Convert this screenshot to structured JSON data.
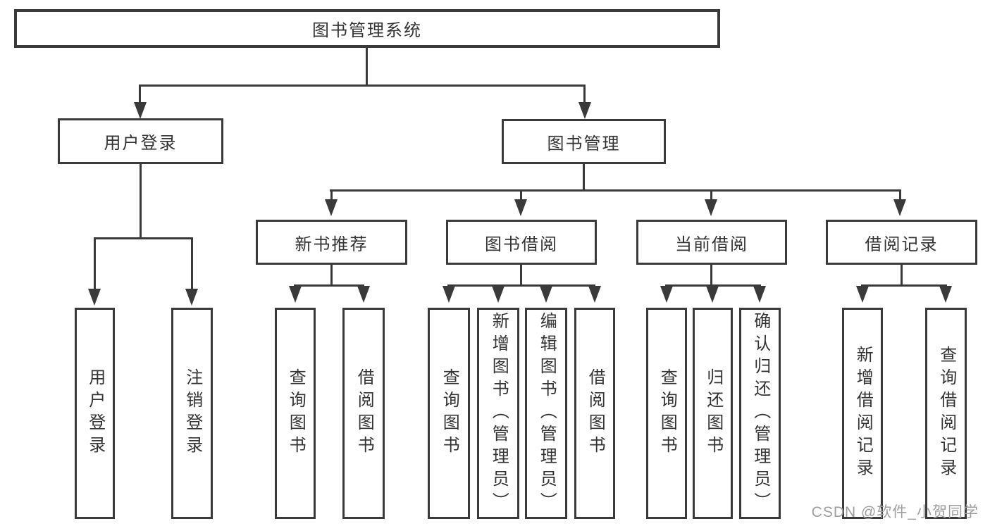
{
  "tree": {
    "root": "图书管理系统",
    "user_login": {
      "label": "用户登录",
      "children": [
        "用户登录",
        "注销登录"
      ]
    },
    "book_mgmt": {
      "label": "图书管理",
      "children": [
        {
          "label": "新书推荐",
          "children": [
            "查询图书",
            "借阅图书"
          ]
        },
        {
          "label": "图书借阅",
          "children": [
            "查询图书",
            "新增图书（管理员）",
            "编辑图书（管理员）",
            "借阅图书"
          ]
        },
        {
          "label": "当前借阅",
          "children": [
            "查询图书",
            "归还图书",
            "确认归还（管理员）"
          ]
        },
        {
          "label": "借阅记录",
          "children": [
            "新增借阅记录",
            "查询借阅记录"
          ]
        }
      ]
    }
  },
  "watermark": "CSDN @软件_小贺同学",
  "colors": {
    "line": "#3a3a3a",
    "text": "#333333",
    "watermark": "#9e9e9e",
    "background": "#ffffff"
  }
}
